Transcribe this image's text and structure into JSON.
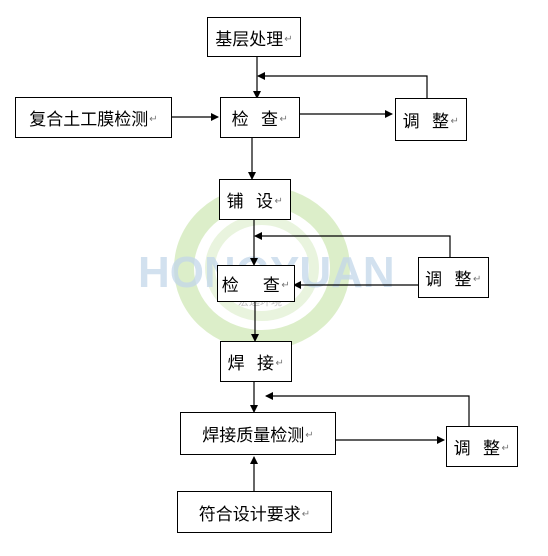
{
  "watermark": {
    "brand": "HONGYUAN",
    "sub": "宏远环境",
    "colors": {
      "green": "#cfe6b3",
      "blue": "#c3d7ea",
      "sub": "#a9a9a9"
    }
  },
  "nodes": {
    "base_treatment": "基层处理",
    "geomembrane_test": "复合土工膜检测",
    "inspect_1": "检  查",
    "adjust_1": "调  整",
    "laying": "铺  设",
    "inspect_2": "检    查",
    "adjust_2": "调  整",
    "welding": "焊  接",
    "weld_quality_test": "焊接质量检测",
    "adjust_3": "调  整",
    "meets_design": "符合设计要求"
  },
  "paragraph_mark": "↵",
  "line_color": "#000000"
}
